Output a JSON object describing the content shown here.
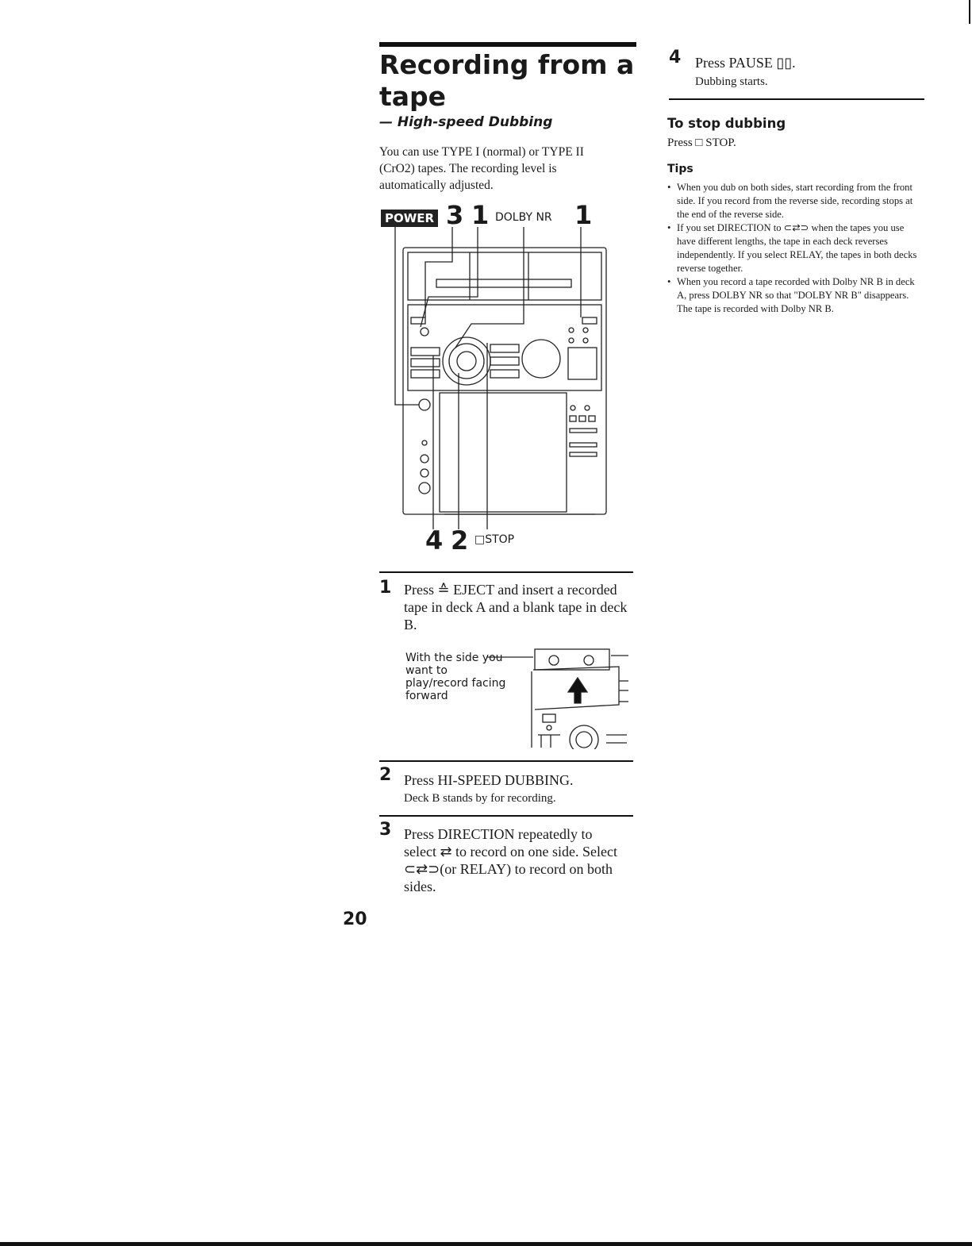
{
  "title": "Recording from a tape",
  "subtitle": "— High-speed Dubbing",
  "intro": "You can use TYPE I (normal) or TYPE II (CrO2) tapes. The recording level is automatically adjusted.",
  "figure": {
    "callouts": {
      "power": "POWER",
      "top_3": "3",
      "top_1a": "1",
      "dolby_nr": "DOLBY NR",
      "top_1b": "1",
      "bottom_4": "4",
      "bottom_2": "2",
      "stop": "□STOP"
    }
  },
  "steps": [
    {
      "num": "1",
      "text": "Press ≙ EJECT and insert a recorded tape in deck A and a blank tape in deck B.",
      "sub": ""
    },
    {
      "num": "2",
      "text": "Press HI-SPEED DUBBING.",
      "sub": "Deck B stands by for recording."
    },
    {
      "num": "3",
      "text": "Press DIRECTION repeatedly to select ⇄ to record on one side. Select ⊂⇄⊃(or RELAY) to record on both sides.",
      "sub": ""
    },
    {
      "num": "4",
      "text": "Press PAUSE ▯▯.",
      "sub": "Dubbing starts."
    }
  ],
  "inset": {
    "label": "With the side you want to play/record facing forward"
  },
  "stop_section": {
    "heading": "To stop dubbing",
    "text": "Press □ STOP."
  },
  "tips": {
    "heading": "Tips",
    "items": [
      "When you dub on both sides, start recording from the front side. If you record from the reverse side, recording stops at the end of the reverse side.",
      "If you set DIRECTION to ⊂⇄⊃ when the tapes you use have different lengths, the tape in each deck reverses independently. If you select RELAY, the tapes in both decks reverse together.",
      "When you record a tape recorded with Dolby NR B in deck A, press DOLBY NR so that \"DOLBY NR B\" disappears. The tape is recorded with Dolby NR B."
    ]
  },
  "page_number": "20"
}
